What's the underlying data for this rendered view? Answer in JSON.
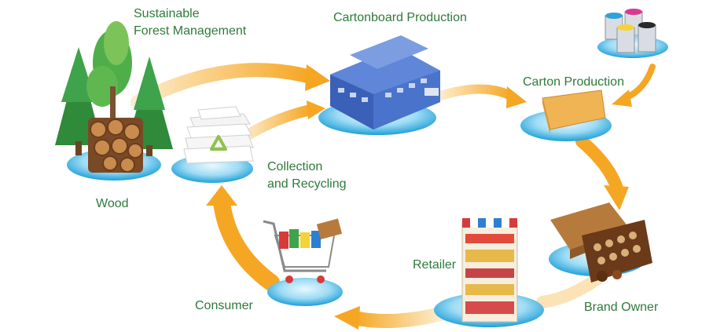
{
  "colors": {
    "label": "#2e7a3a",
    "arrow": "#f5a623",
    "arrow_light": "#fbe3b5",
    "platform": "#1ea7e0",
    "platform_light": "#c9ecfa"
  },
  "stages": {
    "forest": {
      "line1": "Sustainable",
      "line2": "Forest Management",
      "icon": "pine-trees-icon"
    },
    "wood": {
      "label": "Wood",
      "icon": "log-pile-icon"
    },
    "cartonboard": {
      "label": "Cartonboard Production",
      "icon": "factory-icon"
    },
    "carton": {
      "label": "Carton Production",
      "icon": "carton-sheet-icon"
    },
    "inks": {
      "icon": "ink-cans-icon"
    },
    "brand": {
      "label": "Brand Owner",
      "icon": "chocolate-box-icon"
    },
    "retailer": {
      "label": "Retailer",
      "icon": "store-shelf-icon"
    },
    "consumer": {
      "label": "Consumer",
      "icon": "shopping-cart-icon"
    },
    "recycling": {
      "line1": "Collection",
      "line2": "and Recycling",
      "icon": "recycled-paper-icon"
    }
  }
}
